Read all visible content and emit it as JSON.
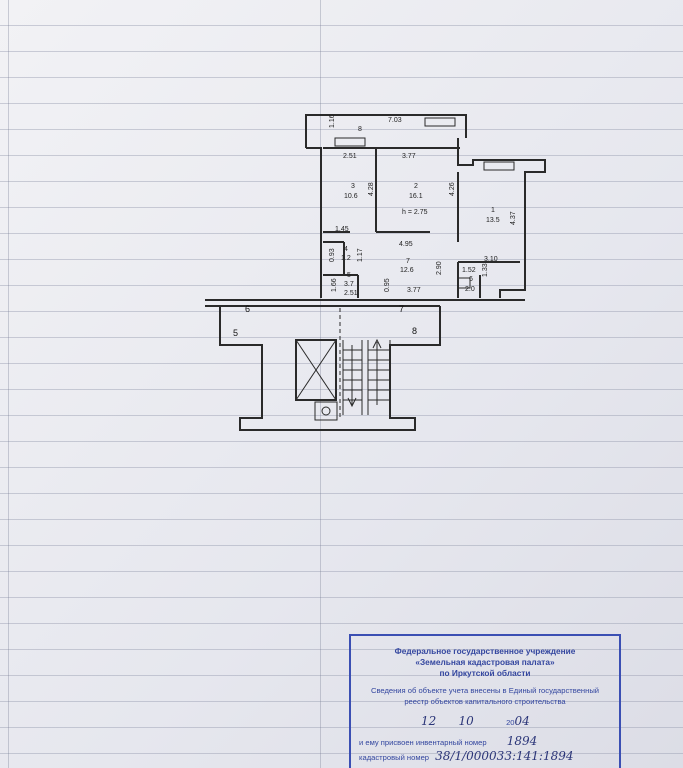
{
  "plan": {
    "dimensions": {
      "top_total": "7.03",
      "left_short": "1.16",
      "window_num": "8",
      "room3_width": "2.51",
      "room2_width": "3.77",
      "room3_height": "4.28",
      "room2_height": "4.26",
      "room1_height": "4.37",
      "hall_length": "4.95",
      "partition_145": "1.45",
      "dim_093": "0.93",
      "dim_117": "1.17",
      "dim_166": "1.66",
      "dim_095": "0.95",
      "room5_width": "2.51",
      "corridor_377": "3.77",
      "dim_290": "2.90",
      "room1_width": "3.10",
      "dim_152": "1.52",
      "dim_133": "1.33"
    },
    "rooms": [
      {
        "num": "3",
        "area": "10.6"
      },
      {
        "num": "2",
        "area": "16.1"
      },
      {
        "num": "1",
        "area": "13.5"
      },
      {
        "num": "4",
        "area": "1.2"
      },
      {
        "num": "5",
        "area": "3.7"
      },
      {
        "num": "7",
        "area": "12.6"
      },
      {
        "num": "6",
        "area": "2.0"
      }
    ],
    "ceiling_height": "h = 2.75",
    "stair_labels": {
      "s5": "5",
      "s6": "6",
      "s7": "7",
      "s8": "8"
    }
  },
  "stamp": {
    "org_line1": "Федеральное государственное учреждение",
    "org_line2": "«Земельная кадастровая палата»",
    "org_line3": "по Иркутской области",
    "info_line1": "Сведения об объекте учета внесены в Единый государственный",
    "info_line2": "реестр объектов капитального строительства",
    "date_day": "12",
    "date_month": "10",
    "date_year_prefix": "20",
    "date_year_suffix": "04",
    "inv_label": "и ему присвоен инвентарный номер",
    "inv_number": "1894",
    "cad_label": "кадастровый номер",
    "cad_number": "38/1/000033:141:1894"
  },
  "colors": {
    "ink": "#2a2a2a",
    "stamp_blue": "#3b4fb3"
  }
}
